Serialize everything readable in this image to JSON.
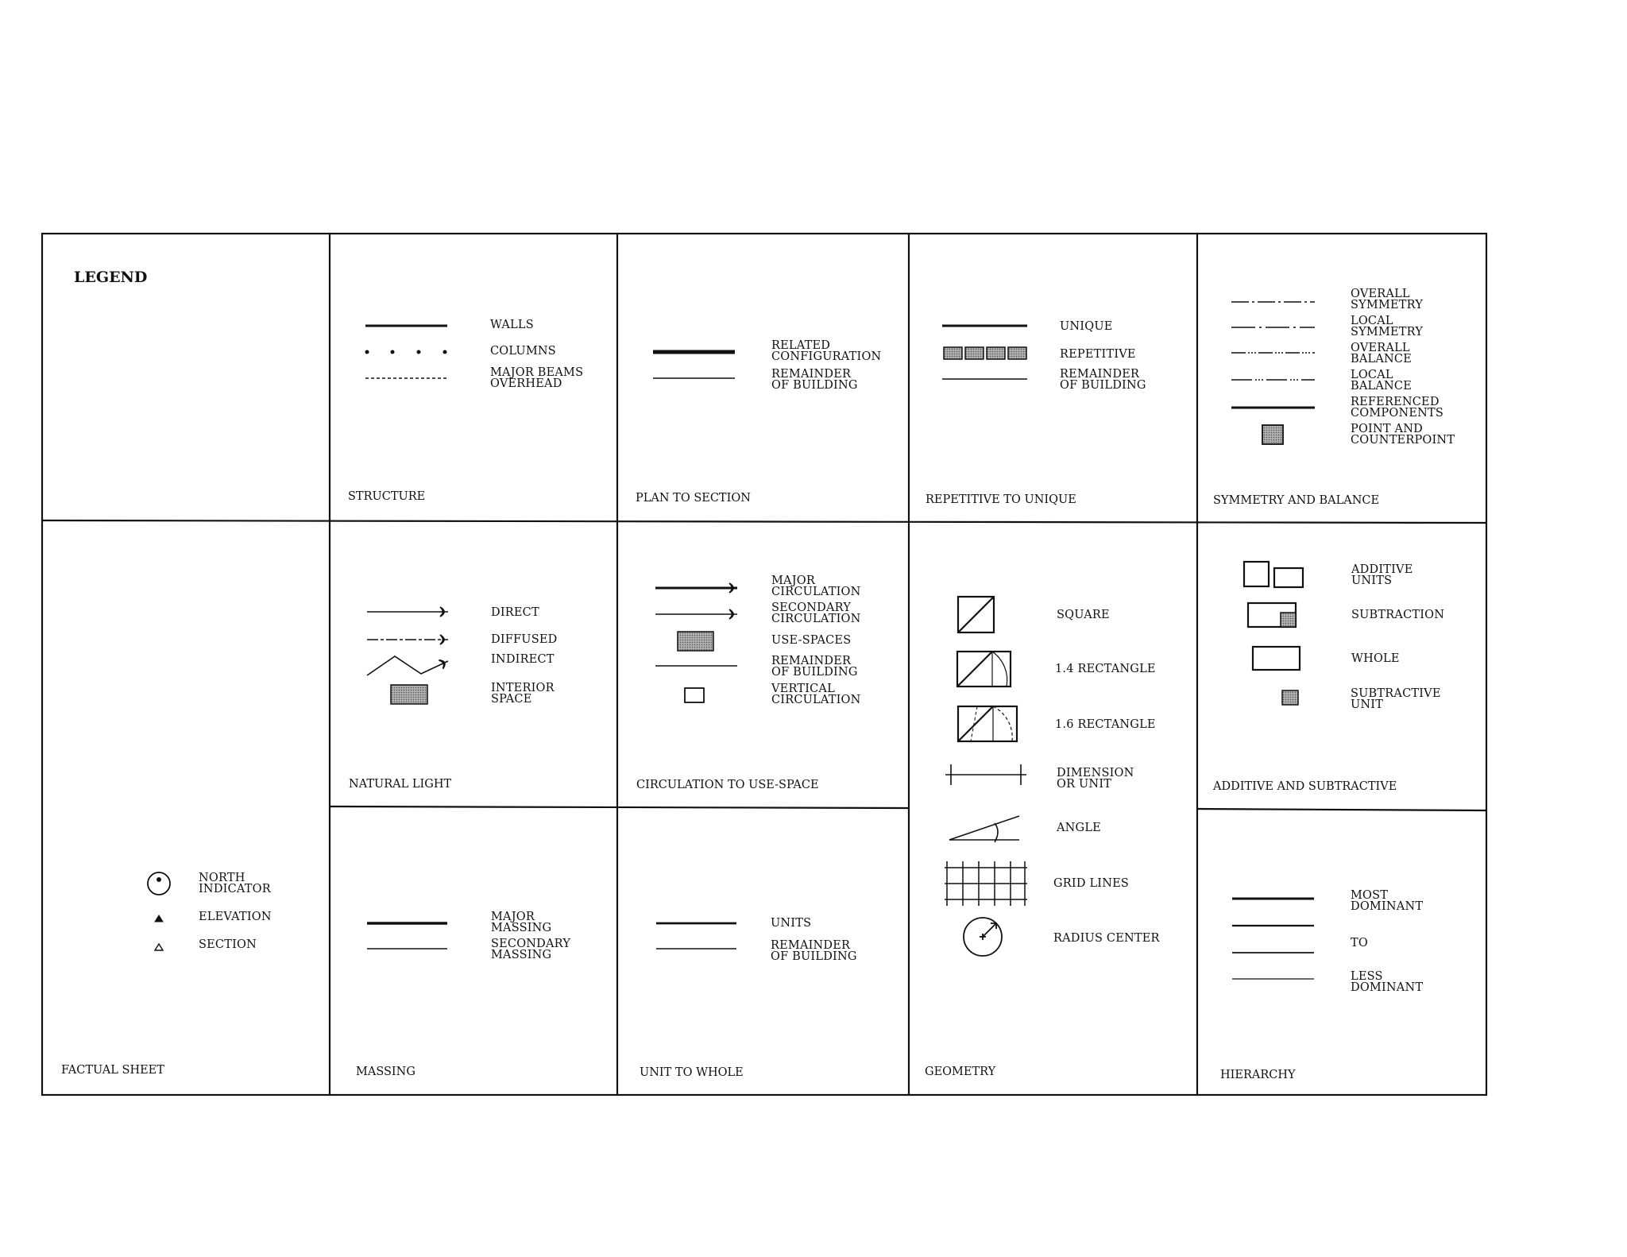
{
  "legend_title": "LEGEND",
  "structure": {
    "title": "STRUCTURE",
    "walls": "WALLS",
    "columns": "COLUMNS",
    "beams": "MAJOR BEAMS\nOVERHEAD"
  },
  "plan_to_section": {
    "title": "PLAN TO SECTION",
    "related": "RELATED\nCONFIGURATION",
    "remainder": "REMAINDER\nOF BUILDING"
  },
  "repetitive_to_unique": {
    "title": "REPETITIVE TO UNIQUE",
    "unique": "UNIQUE",
    "repetitive": "REPETITIVE",
    "remainder": "REMAINDER\nOF BUILDING"
  },
  "symmetry_balance": {
    "title": "SYMMETRY AND BALANCE",
    "overall_symmetry": "OVERALL\nSYMMETRY",
    "local_symmetry": "LOCAL\nSYMMETRY",
    "overall_balance": "OVERALL\nBALANCE",
    "local_balance": "LOCAL\nBALANCE",
    "referenced": "REFERENCED\nCOMPONENTS",
    "point_counterpoint": "POINT AND\nCOUNTERPOINT"
  },
  "factual_sheet": {
    "title": "FACTUAL SHEET",
    "north": "NORTH\nINDICATOR",
    "elevation": "ELEVATION",
    "section": "SECTION"
  },
  "natural_light": {
    "title": "NATURAL LIGHT",
    "direct": "DIRECT",
    "diffused": "DIFFUSED",
    "indirect": "INDIRECT",
    "interior": "INTERIOR\nSPACE"
  },
  "circulation": {
    "title": "CIRCULATION TO USE-SPACE",
    "major": "MAJOR\nCIRCULATION",
    "secondary": "SECONDARY\nCIRCULATION",
    "use_spaces": "USE-SPACES",
    "remainder": "REMAINDER\nOF BUILDING",
    "vertical": "VERTICAL\nCIRCULATION"
  },
  "geometry": {
    "title": "GEOMETRY",
    "square": "SQUARE",
    "rect14": "1.4 RECTANGLE",
    "rect16": "1.6 RECTANGLE",
    "dimension": "DIMENSION\nOR UNIT",
    "angle": "ANGLE",
    "grid": "GRID LINES",
    "radius": "RADIUS CENTER"
  },
  "additive_subtractive": {
    "title": "ADDITIVE AND SUBTRACTIVE",
    "additive": "ADDITIVE\nUNITS",
    "subtraction": "SUBTRACTION",
    "whole": "WHOLE",
    "subtractive_unit": "SUBTRACTIVE\nUNIT"
  },
  "massing": {
    "title": "MASSING",
    "major": "MAJOR\nMASSING",
    "secondary": "SECONDARY\nMASSING"
  },
  "unit_to_whole": {
    "title": "UNIT TO WHOLE",
    "units": "UNITS",
    "remainder": "REMAINDER\nOF BUILDING"
  },
  "hierarchy": {
    "title": "HIERARCHY",
    "most": "MOST\nDOMINANT",
    "to": "TO",
    "less": "LESS\nDOMINANT"
  },
  "colors": {
    "ink": "#111111",
    "tone": "#9a9a9a"
  }
}
